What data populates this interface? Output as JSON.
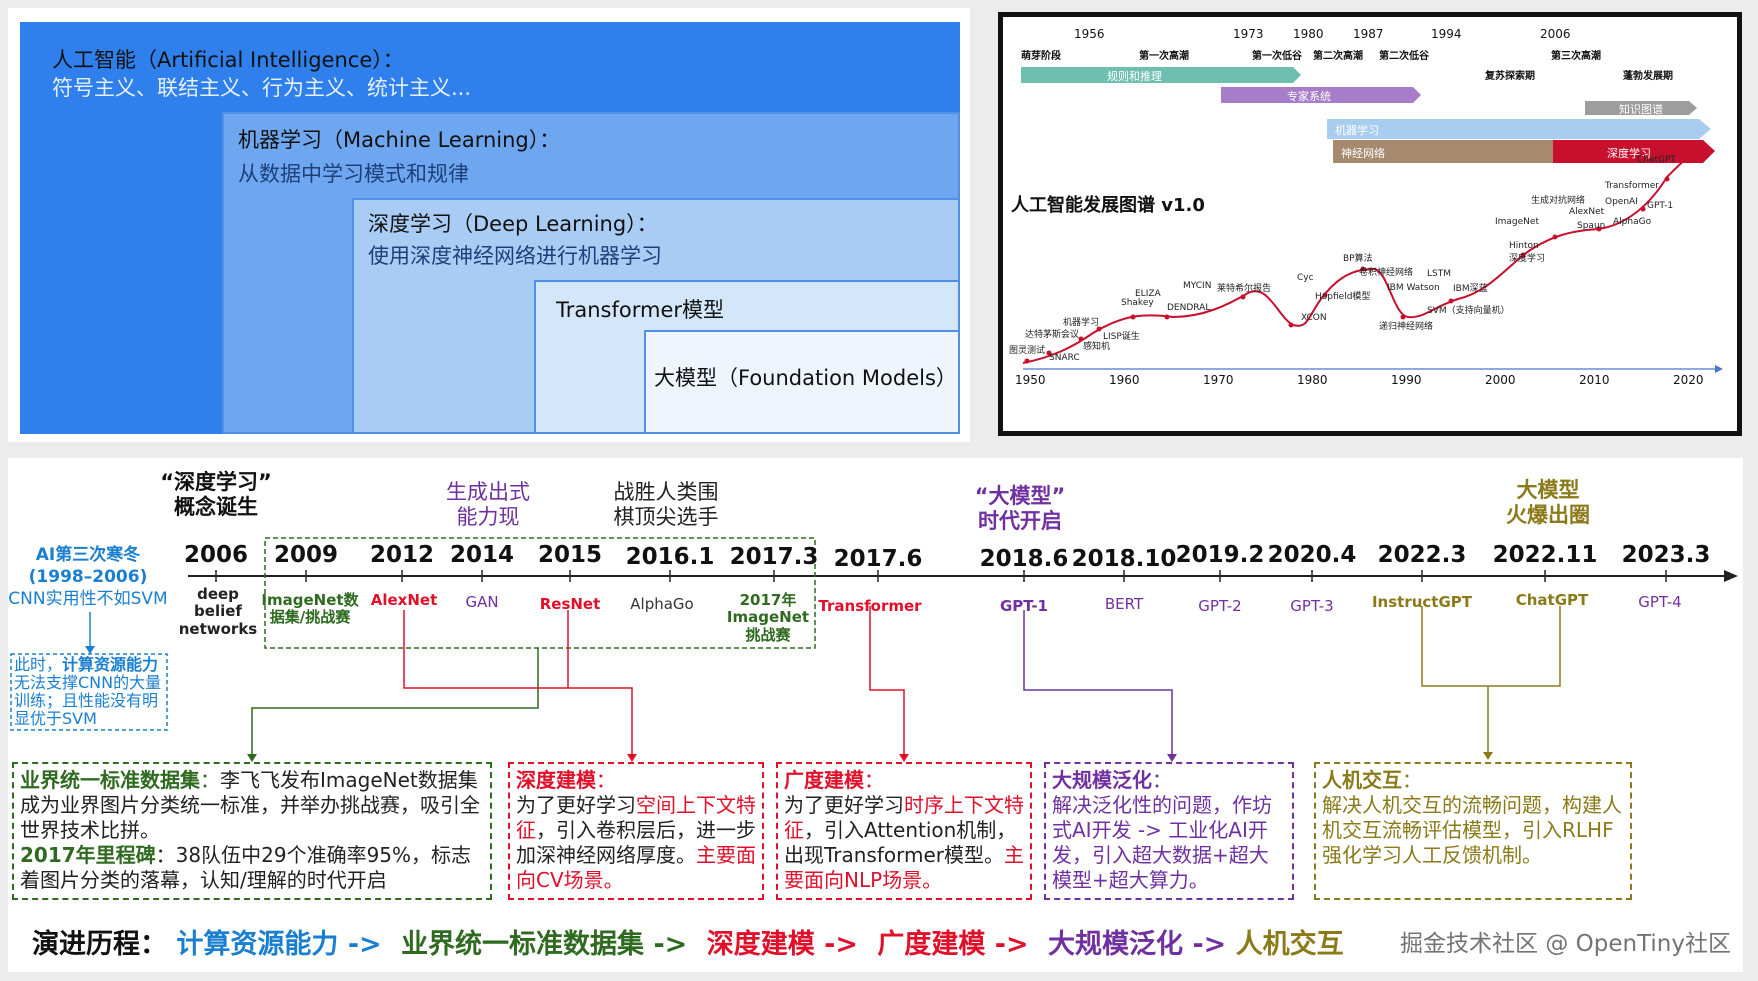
{
  "nested": {
    "ai": {
      "title": "人工智能（Artificial Intelligence）：",
      "subtitle": "符号主义、联结主义、行为主义、统计主义..."
    },
    "ml": {
      "title": "机器学习（Machine Learning）：",
      "subtitle": "从数据中学习模式和规律"
    },
    "dl": {
      "title": "深度学习（Deep Learning）：",
      "subtitle": "使用深度神经网络进行机器学习"
    },
    "transformer": {
      "title": "Transformer模型"
    },
    "fm": {
      "title": "大模型（Foundation Models）"
    },
    "colors": {
      "ai": "#2f80ec",
      "ml": "#6ea7f0",
      "dl": "#a9ccf5",
      "transformer": "#d4e6fa",
      "fm": "#eef5fd"
    }
  },
  "history": {
    "title": "人工智能发展图谱 v1.0",
    "top_years": [
      "1956",
      "1973",
      "1980",
      "1987",
      "1994",
      "2006"
    ],
    "eras": [
      "萌芽阶段",
      "第一次高潮",
      "第一次低谷",
      "第二次高潮",
      "第二次低谷",
      "复苏探索期",
      "第三次高潮",
      "蓬勃发展期"
    ],
    "bars": {
      "rules": "规则和推理",
      "expert": "专家系统",
      "kg": "知识图谱",
      "ml": "机器学习",
      "nn": "神经网络",
      "dl": "深度学习"
    },
    "axis_years": [
      "1950",
      "1960",
      "1970",
      "1980",
      "1990",
      "2000",
      "2010",
      "2020"
    ],
    "events": [
      "图灵测试",
      "SNARC",
      "达特茅斯会议",
      "机器学习",
      "LISP诞生",
      "感知机",
      "ELIZA",
      "Shakey",
      "DENDRAL",
      "MYCIN",
      "莱特希尔报告",
      "Cyc",
      "XCON",
      "Hopfield模型",
      "BP算法",
      "卷积神经网络",
      "递归神经网络",
      "LSTM",
      "IBM Watson",
      "IBM深蓝",
      "SVM（支持向量机）",
      "Hinton",
      "深度学习",
      "ImageNet",
      "生成对抗网络",
      "AlexNet",
      "Spaun",
      "OpenAI",
      "Transformer",
      "GPT-1",
      "AlphaGo",
      "ChatGPT"
    ]
  },
  "evolution": {
    "left": {
      "title": "AI第三次寒冬",
      "range": "(1998–2006)",
      "note": "CNN实用性不如SVM"
    },
    "headers": {
      "dl_born": "“深度学习”\n概念诞生",
      "gen": "生成出式\n能力现",
      "beat": "战胜人类围\n棋顶尖选手",
      "llm_era": "“大模型”\n时代开启",
      "llm_hit": "大模型\n火爆出圈"
    },
    "years": [
      "2006",
      "2009",
      "2012",
      "2014",
      "2015",
      "2016.1",
      "2017.3",
      "2017.6",
      "2018.6",
      "2018.10",
      "2019.2",
      "2020.4",
      "2022.3",
      "2022.11",
      "2023.3"
    ],
    "milestones": [
      "deep\nbelief\nnetworks",
      "ImageNet数\n据集/挑战赛",
      "AlexNet",
      "GAN",
      "ResNet",
      "AlphaGo",
      "2017年\nImageNet\n挑战赛",
      "Transformer",
      "GPT-1",
      "BERT",
      "GPT-2",
      "GPT-3",
      "InstructGPT",
      "ChatGPT",
      "GPT-4"
    ],
    "note_box": {
      "p1": "此时，",
      "b1": "计算资源能力",
      "p2": "无法支撑CNN的大量训练；且性能没有明显优于SVM"
    },
    "cards": {
      "dataset": {
        "h": "业界统一标准数据集",
        "sep": "：",
        "l1": "李飞飞发布ImageNet数据集成为业界图片分类统一标准，并举办挑战赛，吸引全世界技术比拼。",
        "h2": "2017年里程碑",
        "l2": "：38队伍中29个准确率95%，标志着图片分类的落幕，认知/理解的时代开启"
      },
      "deep": {
        "h": "深度建模",
        "sep": "：",
        "a": "为了更好学习",
        "b": "空间上下文特征",
        "c": "，引入卷积层后，进一步加深神经网络厚度。",
        "d": "主要面向CV场景。"
      },
      "wide": {
        "h": "广度建模",
        "sep": "：",
        "a": "为了更好学习",
        "b": "时序上下文特征",
        "c": "，引入Attention机制，出现Transformer模型。",
        "d": "主要面向NLP场景。"
      },
      "scale": {
        "h": "大规模泛化",
        "sep": "：",
        "a": "解决泛化性的问题，作坊式AI开发 -> 工业化AI开发，引入超大数据+超大模型+超大算力。"
      },
      "hci": {
        "h": "人机交互",
        "sep": "：",
        "a": "解决人机交互的流畅问题，构建人机交互流畅评估模型，引入RLHF强化学习人工反馈机制。"
      }
    },
    "flow": {
      "label": "演进历程：",
      "s1": "计算资源能力",
      "s2": "业界统一标准数据集",
      "s3": "深度建模",
      "s4": "广度建模",
      "s5": "大规模泛化",
      "s6": "人机交互",
      "arrow": "->"
    },
    "watermark": "掘金技术社区 @ OpenTiny社区",
    "colors": {
      "blue": "#1a7fd0",
      "green": "#2e6a1f",
      "red": "#e0102a",
      "purple": "#7030a0",
      "olive": "#8b7a1a"
    }
  }
}
